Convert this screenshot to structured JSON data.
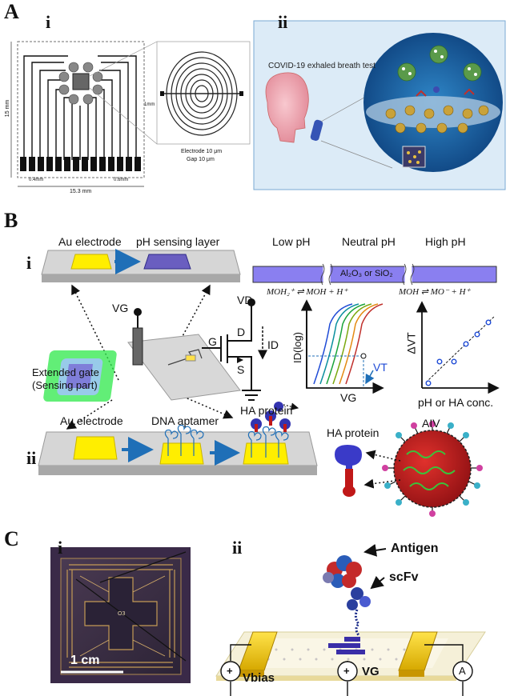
{
  "panels": {
    "A": {
      "letter": "A",
      "sub_i": "i",
      "sub_ii": "ii"
    },
    "B": {
      "letter": "B",
      "sub_i": "i",
      "sub_ii": "ii"
    },
    "C": {
      "letter": "C",
      "sub_i": "i",
      "sub_ii": "ii"
    }
  },
  "panel_a": {
    "dim_height": "15 mm",
    "dim_width": "15.3 mm",
    "dim_left_gap": "0.4mm",
    "dim_right_gap": "0.6mm",
    "dim_inset": "1mm",
    "electrode_caption_1": "Electrode 10 μm",
    "electrode_caption_2": "Gap 10 μm",
    "covid_caption": "COVID-19 exhaled breath test"
  },
  "panel_b": {
    "au_electrode": "Au electrode",
    "ph_sensing_layer": "pH sensing layer",
    "low_ph": "Low pH",
    "neutral_ph": "Neutral pH",
    "high_ph": "High pH",
    "oxide_layer": "Al₂O₃ or SiO₂",
    "eq_left": "MOH₂⁺ ⇌ MOH + H⁺",
    "eq_right": "MOH ⇌ MO⁻ + H⁺",
    "vg": "VG",
    "vd": "VD",
    "g": "G",
    "d": "D",
    "s": "S",
    "id": "ID",
    "extended_gate_1": "Extended gate",
    "extended_gate_2": "(Sensing part)",
    "graph1_ylabel": "ID(log)",
    "graph1_xlabel": "VG",
    "graph1_vt": "VT",
    "graph2_ylabel": "ΔVT",
    "graph2_xlabel": "pH or HA conc.",
    "au_electrode_2": "Au electrode",
    "dna_aptamer": "DNA aptamer",
    "ha_protein_top": "HA protein",
    "ha_protein": "HA protein",
    "aiv": "AIV"
  },
  "panel_c": {
    "scale_bar": "1 cm",
    "chip_marker": "O3",
    "antigen": "Antigen",
    "scfv": "scFv",
    "v_bias": "Vbias",
    "v_g": "VG",
    "ammeter": "A"
  }
}
